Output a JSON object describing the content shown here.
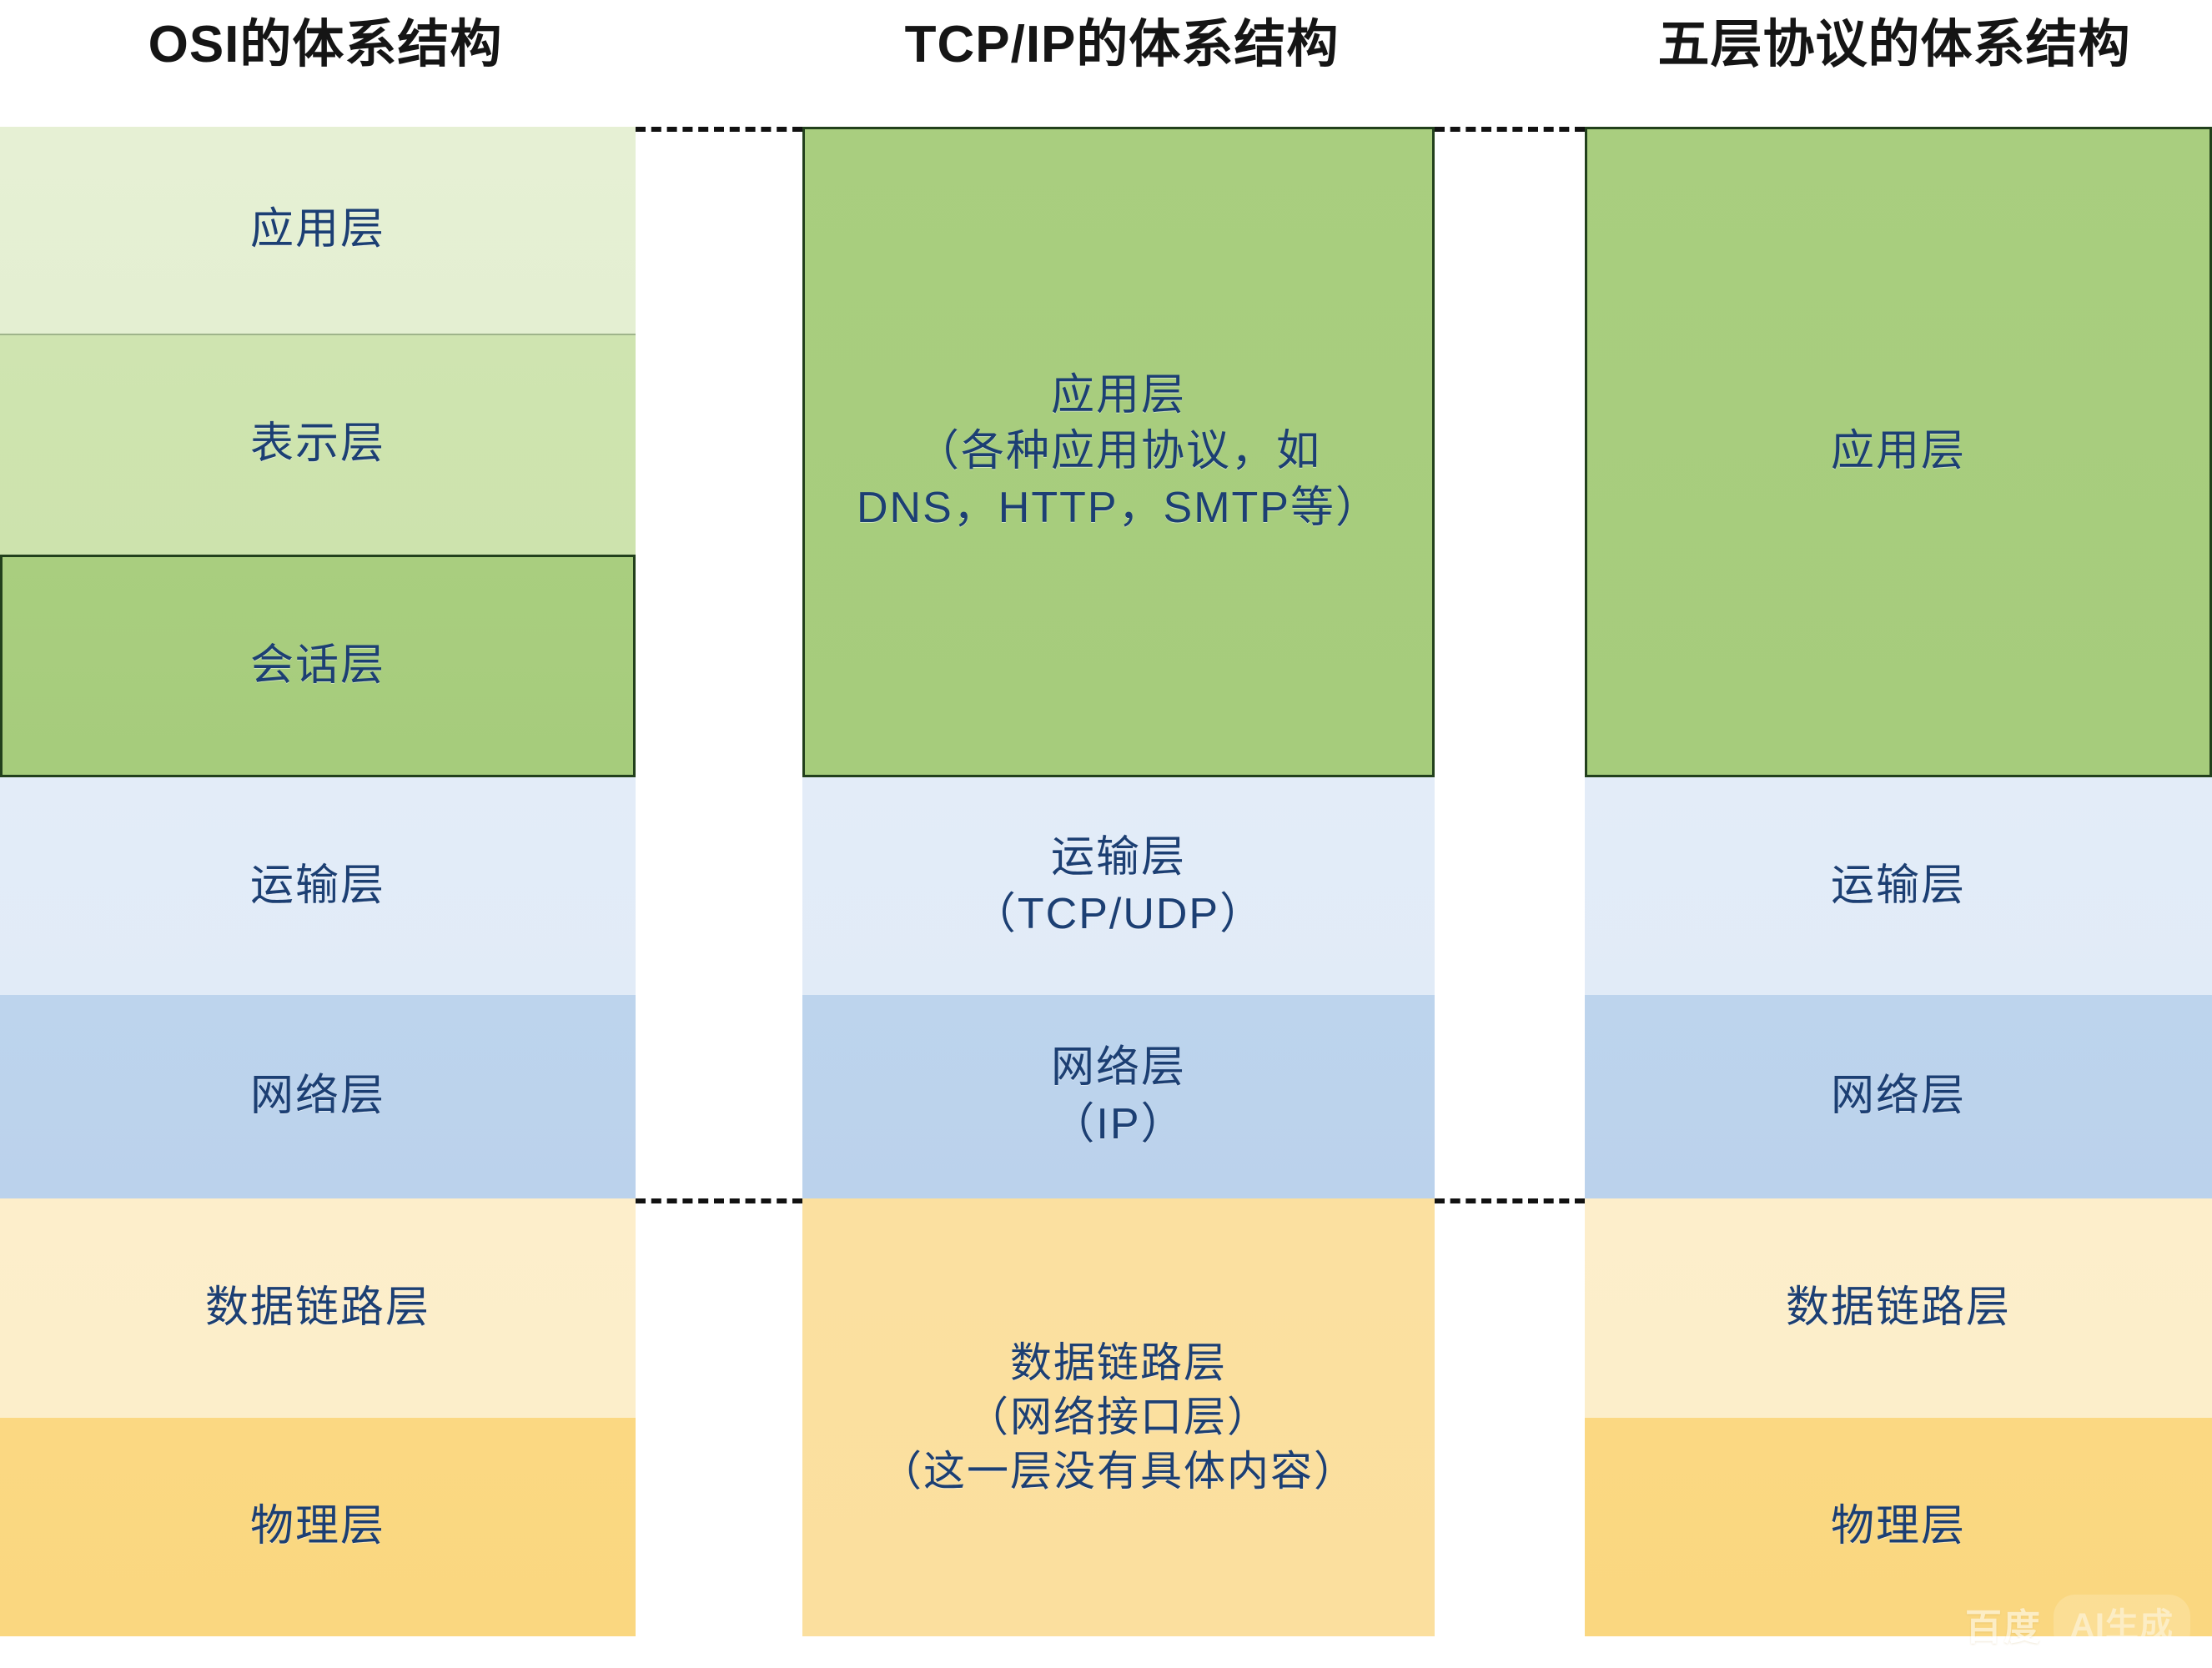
{
  "titles": {
    "osi": "OSI的体系结构",
    "tcpip": "TCP/IP的体系结构",
    "five_layer": "五层协议的体系结构"
  },
  "colors": {
    "app_lightest": "#e6f0d4",
    "app_light": "#cfe4b0",
    "app_medium": "#a9ce7f",
    "transport": "#e3ecf8",
    "network": "#bdd4ed",
    "datalink": "#fdeecb",
    "physical": "#fbd882",
    "text": "#1c3f73",
    "border_dark": "#22401c",
    "dash": "#111111"
  },
  "columns": {
    "osi": {
      "title": "OSI的体系结构",
      "layers": [
        {
          "label": "应用层",
          "name": "osi-layer-application"
        },
        {
          "label": "表示层",
          "name": "osi-layer-presentation"
        },
        {
          "label": "会话层",
          "name": "osi-layer-session"
        },
        {
          "label": "运输层",
          "name": "osi-layer-transport"
        },
        {
          "label": "网络层",
          "name": "osi-layer-network"
        },
        {
          "label": "数据链路层",
          "name": "osi-layer-datalink"
        },
        {
          "label": "物理层",
          "name": "osi-layer-physical"
        }
      ]
    },
    "tcpip": {
      "title": "TCP/IP的体系结构",
      "layers": [
        {
          "label": "应用层\n（各种应用协议，如\nDNS，HTTP，SMTP等）",
          "name": "tcpip-layer-application"
        },
        {
          "label": "运输层\n（TCP/UDP）",
          "name": "tcpip-layer-transport"
        },
        {
          "label": "网络层\n（IP）",
          "name": "tcpip-layer-network"
        },
        {
          "label": "数据链路层\n（网络接口层）\n（这一层没有具体内容）",
          "name": "tcpip-layer-datalink"
        }
      ]
    },
    "five_layer": {
      "title": "五层协议的体系结构",
      "layers": [
        {
          "label": "应用层",
          "name": "five-layer-application"
        },
        {
          "label": "运输层",
          "name": "five-layer-transport"
        },
        {
          "label": "网络层",
          "name": "five-layer-network"
        },
        {
          "label": "数据链路层",
          "name": "five-layer-datalink"
        },
        {
          "label": "物理层",
          "name": "five-layer-physical"
        }
      ]
    }
  },
  "connectors": [
    {
      "name": "dashed-connector-top-left",
      "style": "dashed"
    },
    {
      "name": "dashed-connector-top-right",
      "style": "dashed"
    },
    {
      "name": "dashed-connector-bottom-left",
      "style": "dashed"
    },
    {
      "name": "dashed-connector-bottom-right",
      "style": "dashed"
    }
  ],
  "watermark": {
    "brand": "百度",
    "badge": "AI生成"
  }
}
